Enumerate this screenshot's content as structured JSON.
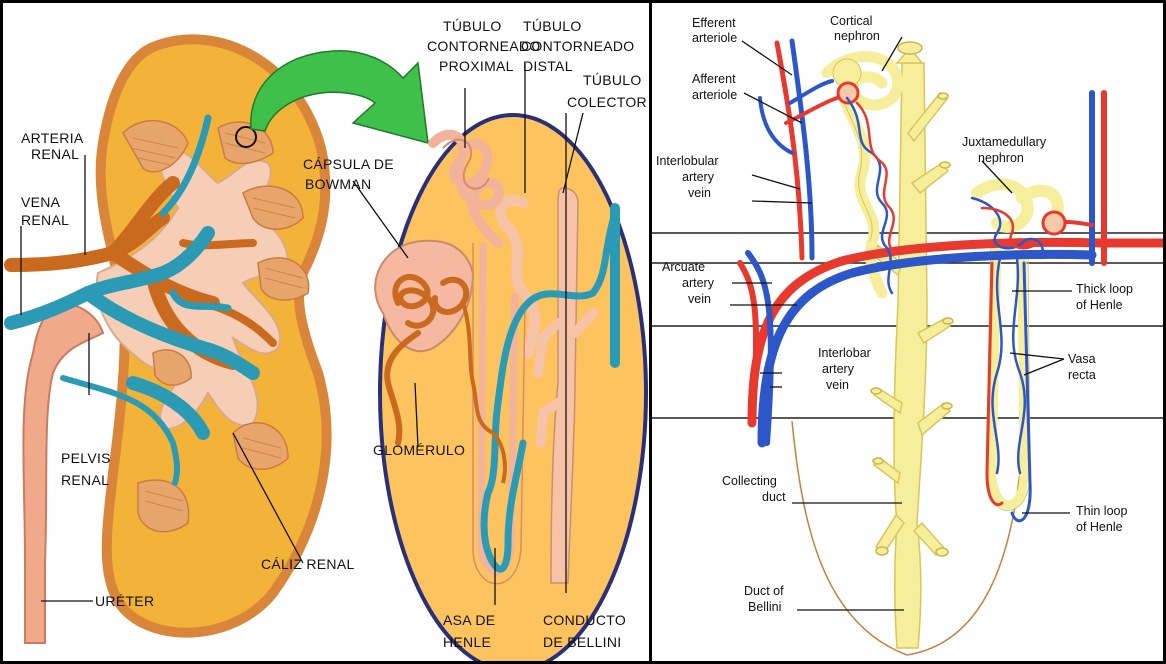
{
  "left": {
    "labels": {
      "arteria_renal": [
        "ARTERIA",
        "RENAL"
      ],
      "vena_renal": [
        "VENA",
        "RENAL"
      ],
      "pelvis_renal": [
        "PELVIS",
        "RENAL"
      ],
      "ureter": "URÉTER",
      "caliz_renal": "CÁLIZ RENAL",
      "tubulo_proximal": [
        "TÚBULO",
        "CONTORNEADO",
        "PROXIMAL"
      ],
      "tubulo_distal": [
        "TÚBULO",
        "CONTORNEADO",
        "DISTAL"
      ],
      "tubulo_colector": [
        "TÚBULO",
        "COLECTOR"
      ],
      "capsula_bowman": [
        "CÁPSULA DE",
        "BOWMAN"
      ],
      "glomerulo": "GLOMÉRULO",
      "asa_henle": [
        "ASA DE",
        "HENLE"
      ],
      "conducto_bellini": [
        "CONDUCTO",
        "DE BELLINI"
      ]
    },
    "colors": {
      "kidney_outer": "#f3b338",
      "kidney_rim": "#d9863a",
      "pelvis": "#f6cdb5",
      "artery": "#c96a1e",
      "vein": "#2b9bb5",
      "ureter": "#f0a98a",
      "magnifier": "#fdc35f",
      "magnifier_border": "#2a2f7a",
      "arrow": "#3ec04a"
    }
  },
  "right": {
    "labels": {
      "efferent_arteriole": [
        "Efferent",
        "arteriole"
      ],
      "cortical_nephron": [
        "Cortical",
        "nephron"
      ],
      "afferent_arteriole": [
        "Afferent",
        "arteriole"
      ],
      "juxtamedullary_nephron": [
        "Juxtamedullary",
        "nephron"
      ],
      "interlobular": [
        "Interlobular",
        "artery",
        "vein"
      ],
      "arcuate": [
        "Arcuate",
        "artery",
        "vein"
      ],
      "thick_loop": [
        "Thick loop",
        "of Henle"
      ],
      "interlobar": [
        "Interlobar",
        "artery",
        "vein"
      ],
      "vasa_recta": [
        "Vasa",
        "recta"
      ],
      "collecting_duct": [
        "Collecting",
        "duct"
      ],
      "thin_loop": [
        "Thin loop",
        "of Henle"
      ],
      "duct_of_bellini": [
        "Duct of",
        "Bellini"
      ]
    },
    "colors": {
      "artery": "#e8392f",
      "vein": "#2d56c8",
      "tubule": "#f6ee9a",
      "tubule_edge": "#d8c65a",
      "outline": "#c4823f"
    }
  }
}
